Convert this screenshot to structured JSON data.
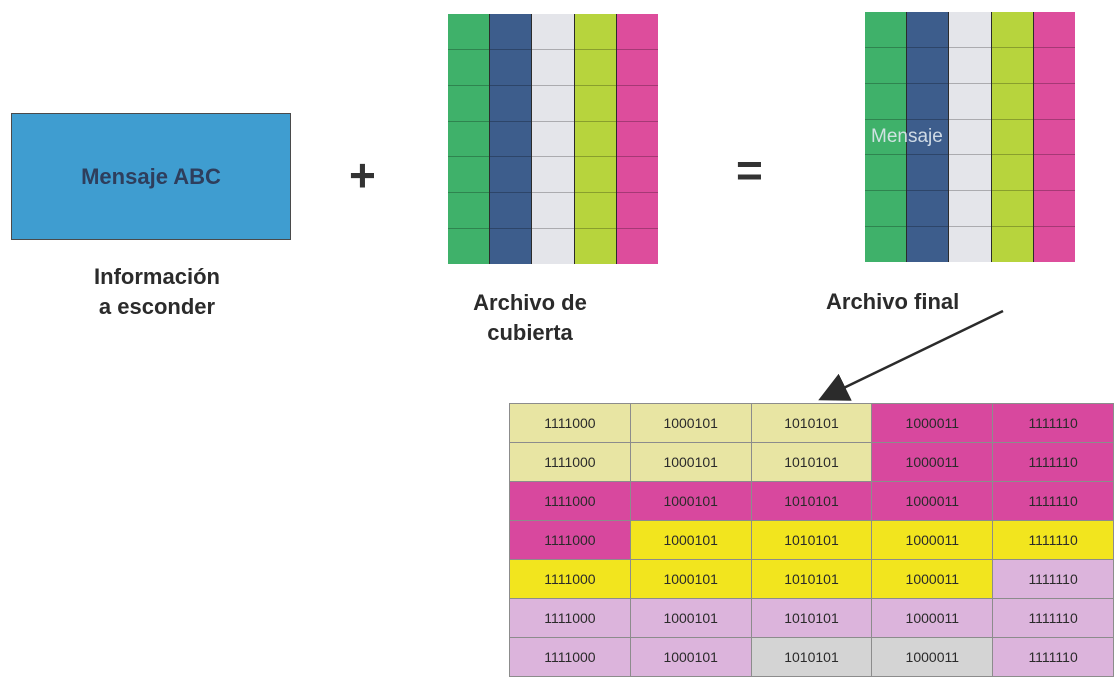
{
  "message_box": {
    "text": "Mensaje ABC",
    "color": "#3f9dd0"
  },
  "labels": {
    "info_line1": "Información",
    "info_line2": "a esconder",
    "cover_line1": "Archivo de",
    "cover_line2": "cubierta",
    "final": "Archivo final"
  },
  "operators": {
    "plus": "+",
    "equals": "="
  },
  "final_overlay_text": "Mensaje",
  "cover_column_colors": [
    "#3fb16a",
    "#3d5d8c",
    "#e4e5ea",
    "#b7d43d",
    "#dd4d9c"
  ],
  "binary_table": {
    "rows": [
      [
        "1111000",
        "1000101",
        "1010101",
        "1000011",
        "1111110"
      ],
      [
        "1111000",
        "1000101",
        "1010101",
        "1000011",
        "1111110"
      ],
      [
        "1111000",
        "1000101",
        "1010101",
        "1000011",
        "1111110"
      ],
      [
        "1111000",
        "1000101",
        "1010101",
        "1000011",
        "1111110"
      ],
      [
        "1111000",
        "1000101",
        "1010101",
        "1000011",
        "1111110"
      ],
      [
        "1111000",
        "1000101",
        "1010101",
        "1000011",
        "1111110"
      ],
      [
        "1111000",
        "1000101",
        "1010101",
        "1000011",
        "1111110"
      ]
    ],
    "row_colors": [
      [
        "#e8e5a3",
        "#e8e5a3",
        "#e8e5a3",
        "#d8489e",
        "#d8489e"
      ],
      [
        "#e8e5a3",
        "#e8e5a3",
        "#e8e5a3",
        "#d8489e",
        "#d8489e"
      ],
      [
        "#d8489e",
        "#d8489e",
        "#d8489e",
        "#d8489e",
        "#d8489e"
      ],
      [
        "#d8489e",
        "#f2e51e",
        "#f2e51e",
        "#f2e51e",
        "#f2e51e"
      ],
      [
        "#f2e51e",
        "#f2e51e",
        "#f2e51e",
        "#f2e51e",
        "#dcb4dc"
      ],
      [
        "#dcb4dc",
        "#dcb4dc",
        "#dcb4dc",
        "#dcb4dc",
        "#dcb4dc"
      ],
      [
        "#dcb4dc",
        "#dcb4dc",
        "#d4d4d4",
        "#d4d4d4",
        "#dcb4dc"
      ]
    ]
  }
}
